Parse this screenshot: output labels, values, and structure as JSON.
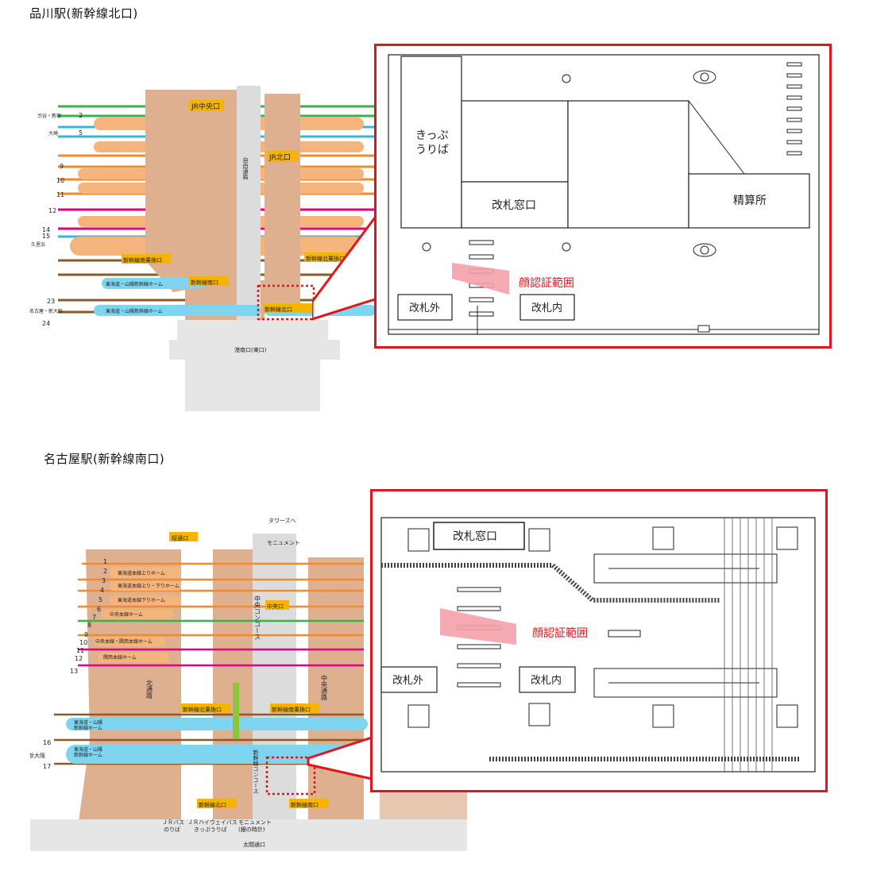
{
  "sections": [
    {
      "title": "品川駅(新幹線北口)",
      "map_labels": {
        "gate_central": "JR中央口",
        "gate_north": "JR北口",
        "gate_shinkansen_transfer": "新幹線南乗換口",
        "gate_shinkansen_north_transfer": "新幹線北乗換口",
        "gate_shinkansen_south": "新幹線南口",
        "gate_shinkansen_north": "新幹線北口",
        "platform_upper": "東海道・山陽新幹線ホーム",
        "platform_lower": "東海道・山陽新幹線ホーム",
        "concourse": "自由通路",
        "port_exit": "港南口(東口)"
      },
      "track_numbers": [
        "2",
        "5",
        "9",
        "10",
        "11",
        "12",
        "14",
        "15",
        "23",
        "24"
      ],
      "direction_labels": [
        "渋谷・新宿",
        "大崎",
        "久里浜",
        "名古屋・新大阪"
      ],
      "detail": {
        "ticket_office": "きっぷ\nうりば",
        "gate_window": "改札窓口",
        "fare_office": "精算所",
        "outside_gate": "改札外",
        "inside_gate": "改札内",
        "face_auth_range": "顔認証範囲"
      }
    },
    {
      "title": "名古屋駅(新幹線南口)",
      "map_labels": {
        "tower": "タワーズへ",
        "monument": "モニュメント",
        "gate_sakura": "桜通口",
        "gate_central": "中央口",
        "gate_shinkansen_north_transfer": "新幹線北乗換口",
        "gate_shinkansen_south_transfer": "新幹線南乗換口",
        "gate_shinkansen_north": "新幹線北口",
        "gate_shinkansen_south": "新幹線南口",
        "platform_upper": "東海道・山陽\n新幹線ホーム",
        "platform_lower": "東海道・山陽\n新幹線ホーム",
        "central_concourse": "中央コンコース",
        "north_passage": "北通路",
        "central_passage": "中央通路",
        "shinkansen_concourse": "新幹線コンコース",
        "taiko_exit": "太閤通口",
        "jr_bus": "ＪＲバス\nのりば",
        "highway_bus": "ＪＲハイウェイバス\nきっぷうりば",
        "monument_silver": "モニュメント\n(銀の時計)"
      },
      "platform_names": [
        "東海道本線上りホーム",
        "東海道本線上り・下りホーム",
        "東海道本線下りホーム",
        "中央本線ホーム",
        "中央本線・関西本線ホーム",
        "関西本線ホーム"
      ],
      "track_numbers": [
        "1",
        "2",
        "3",
        "4",
        "5",
        "6",
        "7",
        "8",
        "9",
        "10",
        "11",
        "12",
        "13",
        "16",
        "17"
      ],
      "direction_labels": [
        "新大阪"
      ],
      "detail": {
        "gate_window": "改札窓口",
        "outside_gate": "改札外",
        "inside_gate": "改札内",
        "face_auth_range": "顔認証範囲"
      }
    }
  ],
  "colors": {
    "frame_red": "#e0161e",
    "face_range_pink": "#f4a0a8",
    "map_tan": "#dfb08f",
    "map_orange": "#f4b47c",
    "platform_blue": "#7fd4ef",
    "gate_yellow": "#f6b400"
  }
}
